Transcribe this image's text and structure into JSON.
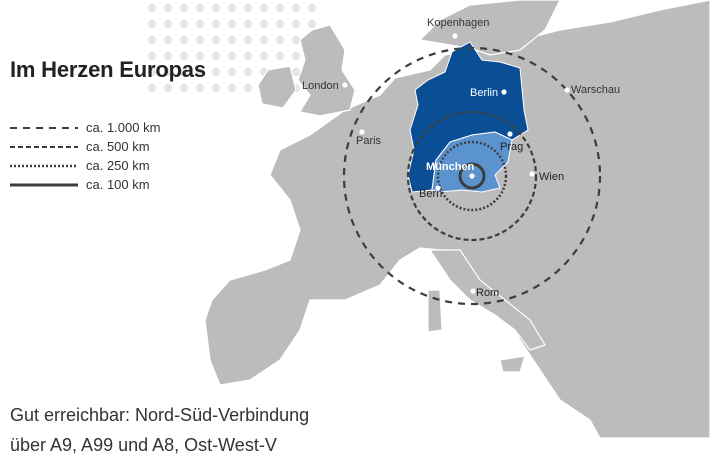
{
  "title": "Im Herzen Europas",
  "legend": [
    {
      "label": "ca. 1.000 km",
      "dash": "7 6",
      "width": 2
    },
    {
      "label": "ca. 500 km",
      "dash": "5 3",
      "width": 2
    },
    {
      "label": "ca. 250 km",
      "dash": "2 2",
      "width": 2.5
    },
    {
      "label": "ca. 100 km",
      "dash": "",
      "width": 3
    }
  ],
  "cities": {
    "kopenhagen": "Kopenhagen",
    "london": "London",
    "berlin": "Berlin",
    "warschau": "Warschau",
    "paris": "Paris",
    "prag": "Prag",
    "muenchen": "München",
    "wien": "Wien",
    "bern": "Bern",
    "rom": "Rom"
  },
  "footer": {
    "line1": "Gut erreichbar: Nord-Süd-Verbindung",
    "line2": "über A9, A99 und A8, Ost-West-V"
  },
  "colors": {
    "sea": "#ffffff",
    "land": "#bcbcbc",
    "border": "#ffffff",
    "germany": "#0a4f96",
    "bavaria": "#5b93cf",
    "circle": "#3d3d3d"
  }
}
